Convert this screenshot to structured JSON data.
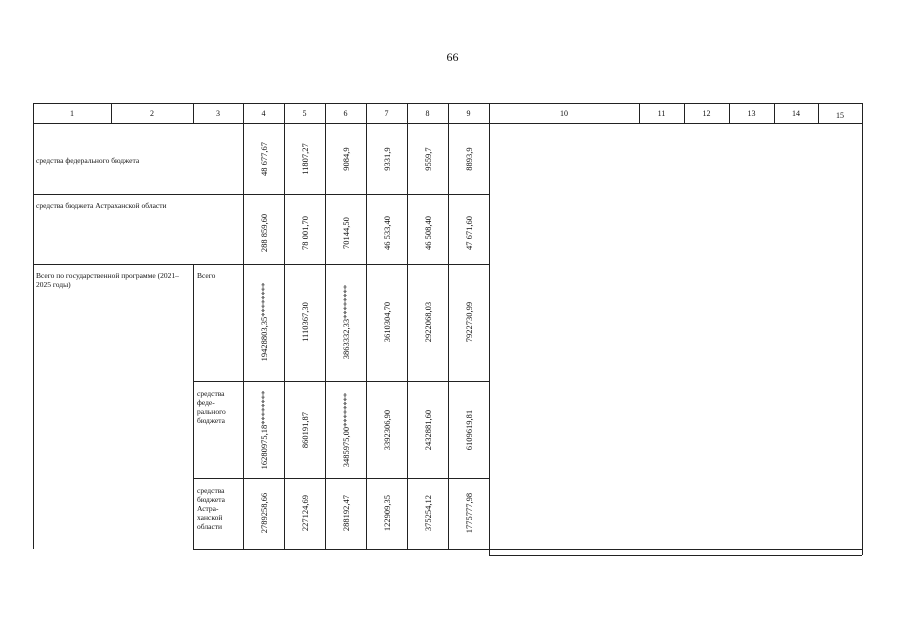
{
  "page_number": "66",
  "table": {
    "column_headers": [
      "1",
      "2",
      "3",
      "4",
      "5",
      "6",
      "7",
      "8",
      "9",
      "10",
      "11",
      "12",
      "13",
      "14",
      "15"
    ],
    "rows": [
      {
        "label": "средства федерального бюджета",
        "sublabel": "",
        "values": [
          "48 677,67",
          "11807,27",
          "9084,9",
          "9331,9",
          "9559,7",
          "8893,9"
        ]
      },
      {
        "label": "средства бюджета  Астраханской области",
        "sublabel": "",
        "values": [
          "288 859,60",
          "78 001,70",
          "70144,50",
          "46 533,40",
          "46 508,40",
          "47 671,60"
        ]
      },
      {
        "label": "Всего по государственной программе (2021–2025 годы)",
        "sublabel": "Всего",
        "values": [
          "19428803,35********",
          "1110367,30",
          "3863332,33********",
          "3610304,70",
          "2922068,03",
          "7922730,99"
        ]
      },
      {
        "label": "",
        "sublabel": "средства феде-рального бюджета",
        "values": [
          "16280975,18********",
          "860191,87",
          "3485975,00********",
          "3392306,90",
          "2432881,60",
          "6109619,81"
        ]
      },
      {
        "label": "",
        "sublabel": "средства бюджета Астра-ханской области",
        "values": [
          "2789258,66",
          "227124,69",
          "288192,47",
          "122909,35",
          "375254,12",
          "1775777,98"
        ]
      }
    ]
  }
}
